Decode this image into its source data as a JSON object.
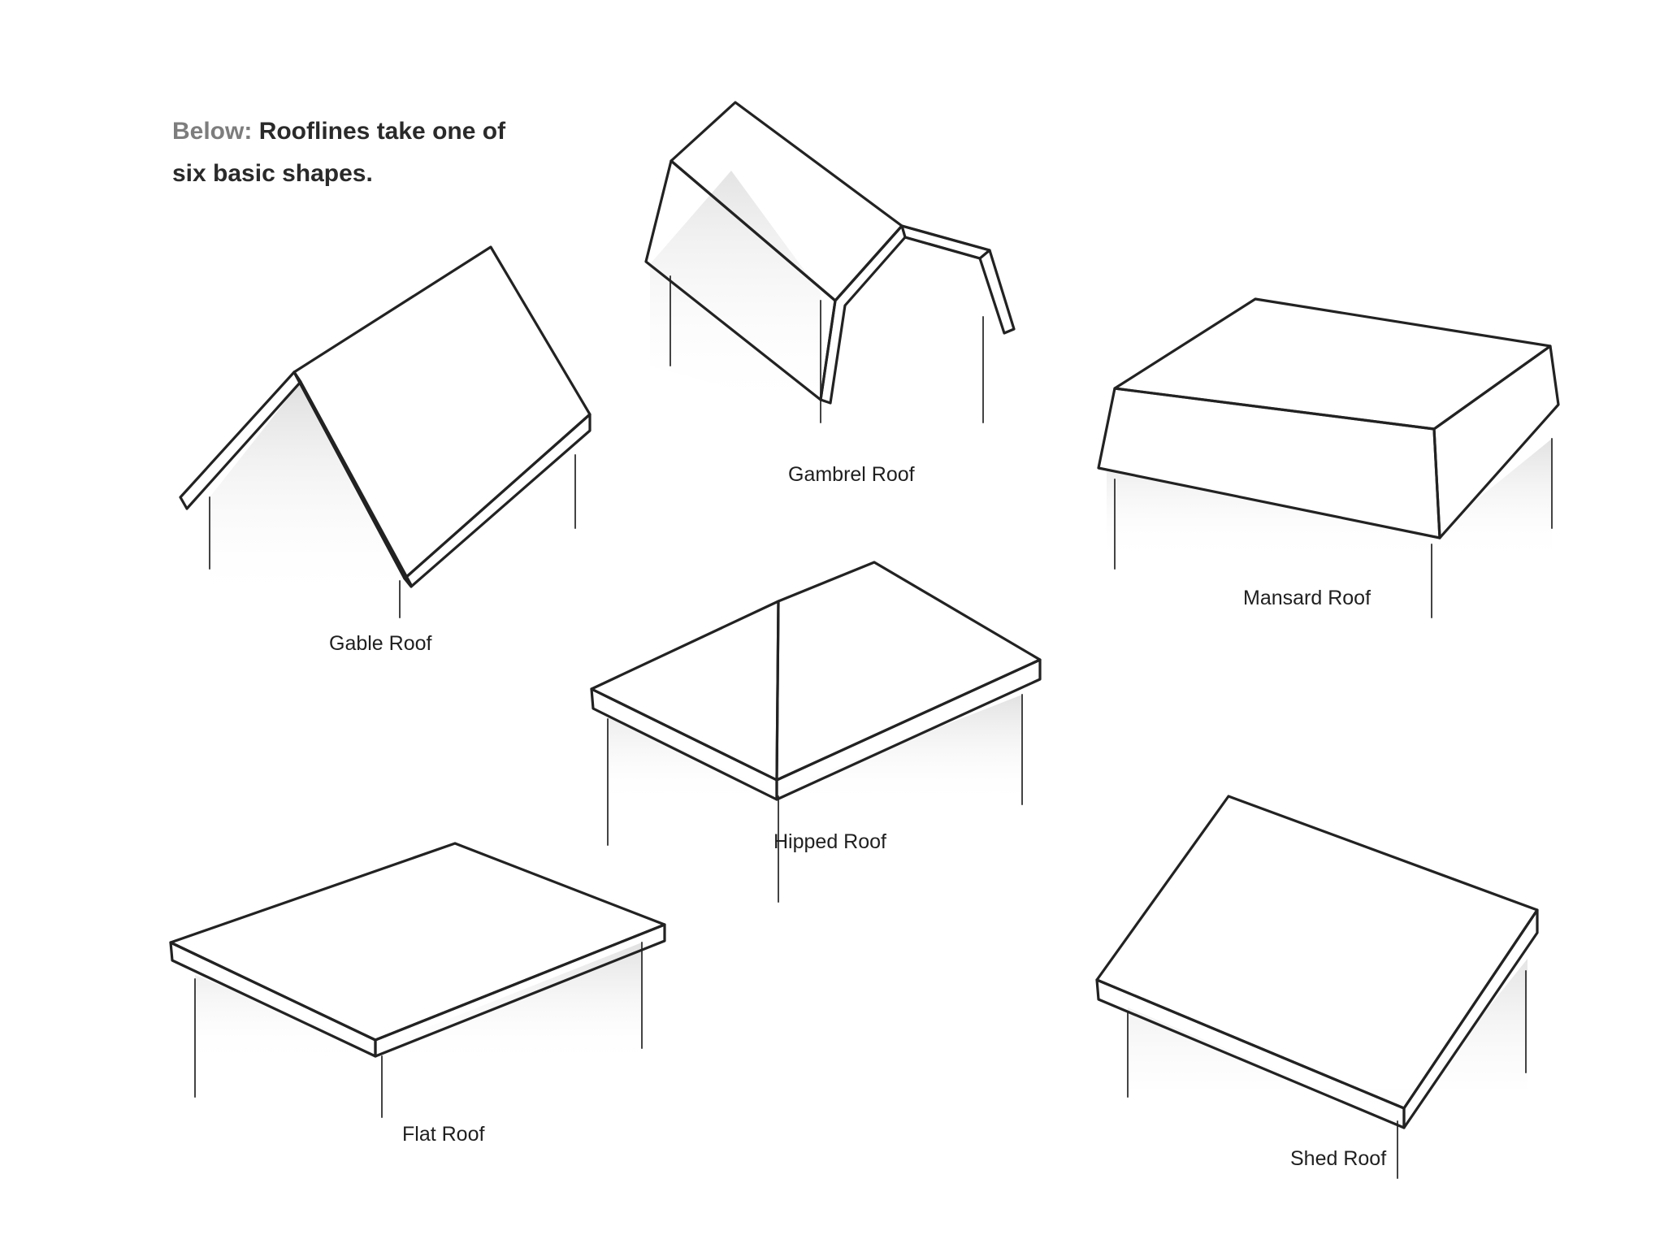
{
  "caption": {
    "lead": "Below:",
    "text": "Rooflines take one of six basic shapes."
  },
  "roofs": {
    "gable": {
      "label": "Gable Roof"
    },
    "gambrel": {
      "label": "Gambrel Roof"
    },
    "mansard": {
      "label": "Mansard Roof"
    },
    "hipped": {
      "label": "Hipped Roof"
    },
    "flat": {
      "label": "Flat Roof"
    },
    "shed": {
      "label": "Shed Roof"
    }
  },
  "colors": {
    "ink": "#222222",
    "background": "#ffffff",
    "light_face": "#f2f2f2",
    "mid_face": "#d6d6d6",
    "dark_face": "#b5b5b5"
  }
}
